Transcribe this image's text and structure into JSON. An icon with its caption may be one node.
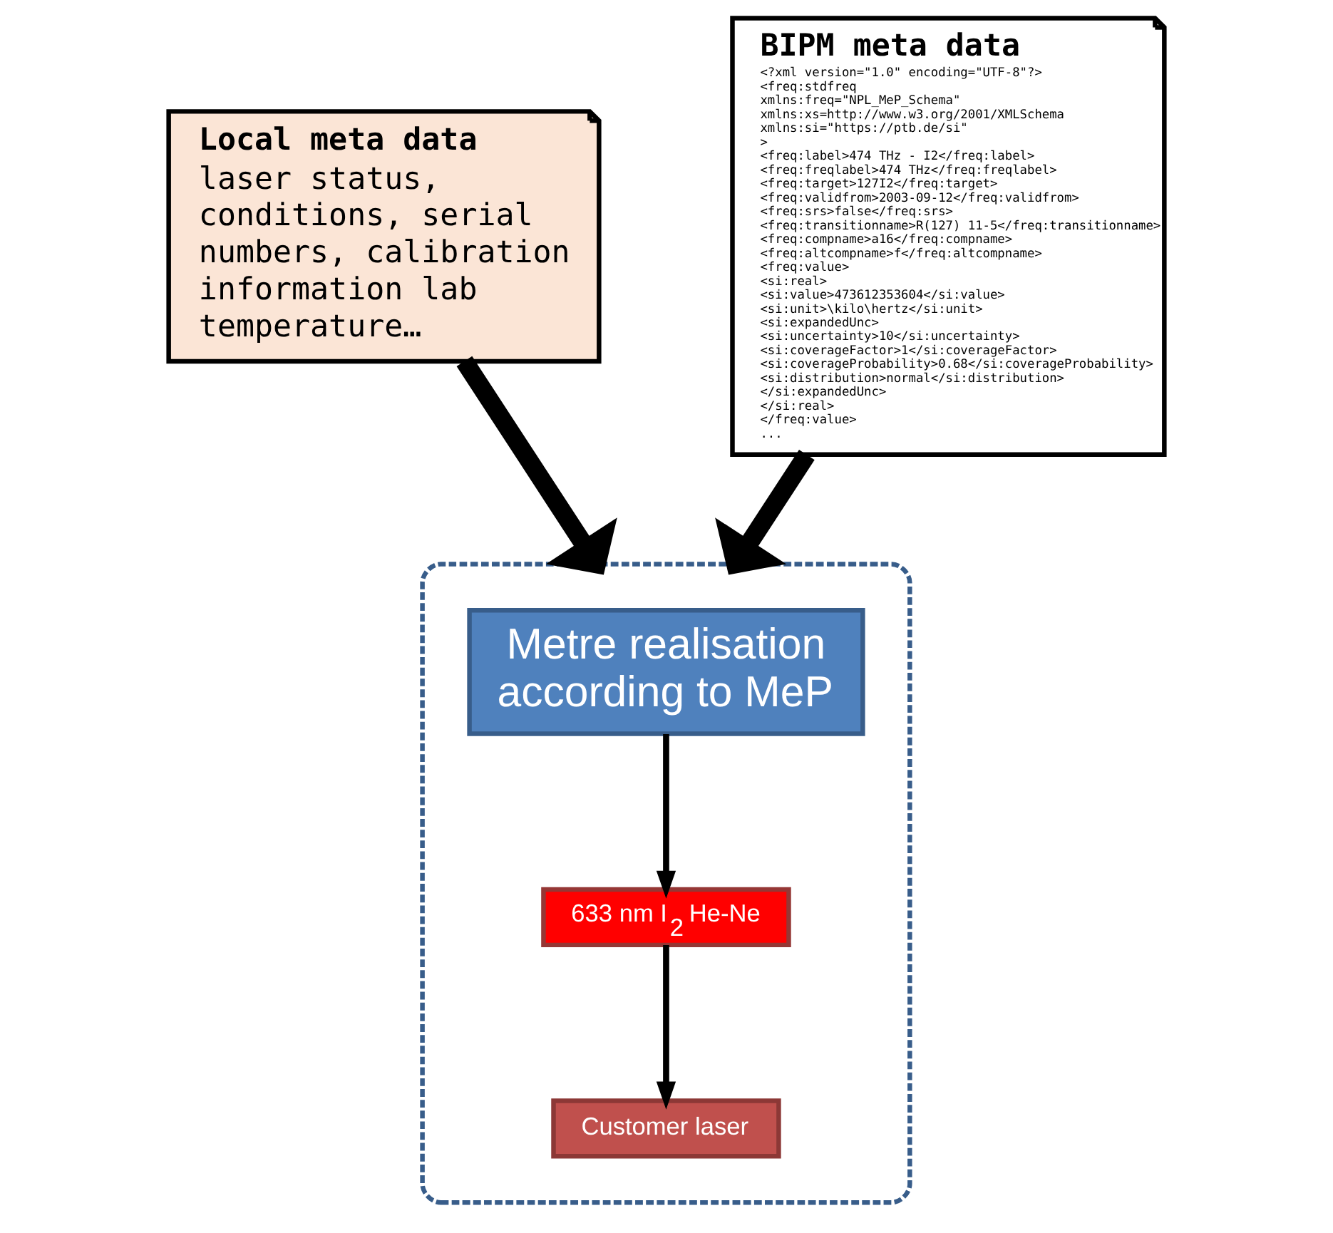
{
  "diagram": {
    "nodes": [
      {
        "text": [
          "Local meta data",
          "laser status, conditions, serial numbers, calibration information lab temperature…"
        ]
      },
      {
        "text": [
          "BIPM meta data",
          "<?xml version=\"1.0\" encoding=\"UTF-8\"?>",
          "<freq:stdfreq",
          "xmlns:freq=\"NPL_MeP_Schema\"",
          "xmlns:xs=http://www.w3.org/2001/XMLSchema",
          "xmlns:si=\"https://ptb.de/si\"",
          ">",
          "<freq:label>474 THz - I2</freq:label>",
          "<freq:freqlabel>474 THz</freq:freqlabel>",
          "<freq:target>127I2</freq:target>",
          "<freq:validfrom>2003-09-12</freq:validfrom>",
          "<freq:srs>false</freq:srs>",
          "<freq:transitionname>R(127) 11-5</freq:transitionname>",
          "<freq:compname>a16</freq:compname>",
          "<freq:altcompname>f</freq:altcompname>",
          "<freq:value>",
          "<si:real>",
          "<si:value>473612353604</si:value>",
          "<si:unit>\\kilo\\hertz</si:unit>",
          "<si:expandedUnc>",
          "<si:uncertainty>10</si:uncertainty>",
          "<si:coverageFactor>1</si:coverageFactor>",
          "<si:coverageProbability>0.68</si:coverageProbability>",
          "<si:distribution>normal</si:distribution>",
          "</si:expandedUnc>",
          "</si:real>",
          "</freq:value>",
          "..."
        ]
      },
      {
        "text": [],
        "shape": "box"
      },
      {
        "text": [
          "Metre realisation according to MeP"
        ],
        "in": 2
      },
      {
        "text": [
          "633 nm I$_{2}$ He-Ne"
        ],
        "in": 2
      },
      {
        "text": [
          "Customer laser"
        ],
        "in": 2
      }
    ],
    "edges": [
      {
        "from": 0,
        "to": 2,
        "arrow": "to",
        "style": "thick"
      },
      {
        "from": 1,
        "to": 2,
        "arrow": "to",
        "style": "thick"
      },
      {
        "from": 3,
        "to": 4,
        "arrow": "to"
      },
      {
        "from": 4,
        "to": 5,
        "arrow": "to"
      }
    ]
  }
}
